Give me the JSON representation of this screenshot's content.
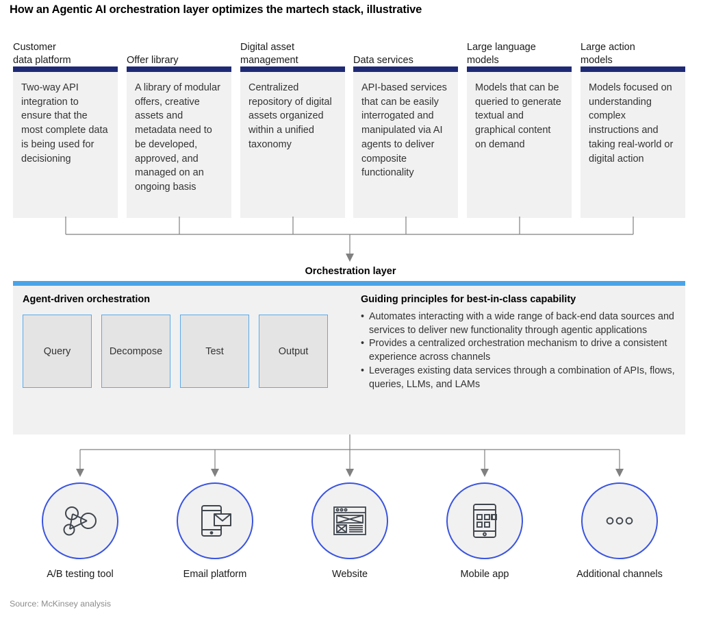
{
  "title": "How an Agentic AI orchestration layer optimizes the martech stack, illustrative",
  "colors": {
    "header_bar": "#1f2a75",
    "panel_bar": "#4aa3e8",
    "box_border": "#5aa9e8",
    "circle_border": "#3a54e0",
    "panel_fill": "#f1f1f1",
    "connector": "#808080"
  },
  "stack": {
    "columns": [
      {
        "header": "Customer\ndata platform",
        "body": "Two-way API integration to ensure that the most complete data is being used for decisioning"
      },
      {
        "header": "Offer library",
        "body": "A library of modular offers, creative assets and metadata need to be developed, approved, and managed on an ongoing basis"
      },
      {
        "header": "Digital asset\nmanagement",
        "body": "Centralized repository of digital assets organized within a unified taxonomy"
      },
      {
        "header": "Data services",
        "body": "API-based services that can be easily interrogated and manipulated via AI agents to deliver composite functionality"
      },
      {
        "header": "Large language\nmodels",
        "body": "Models that can be queried to generate textual and graphical content on demand"
      },
      {
        "header": "Large action\nmodels",
        "body": "Models focused on understanding complex instructions and taking real-world or digital action"
      }
    ]
  },
  "orchestration": {
    "layer_label": "Orchestration layer",
    "agent_heading": "Agent-driven orchestration",
    "process_boxes": [
      "Query",
      "Decompose",
      "Test",
      "Output"
    ],
    "principles_heading": "Guiding principles for best-in-class capability",
    "principles": [
      "Automates interacting with a wide range of back-end data sources and services to deliver new functionality through agentic applications",
      "Provides a centralized orchestration mechanism to drive a consistent experience across channels",
      "Leverages existing data services through a combination of APIs, flows, queries, LLMs, and LAMs"
    ]
  },
  "channels": [
    {
      "label": "A/B testing tool",
      "icon": "network-nodes-icon"
    },
    {
      "label": "Email platform",
      "icon": "mobile-envelope-icon"
    },
    {
      "label": "Website",
      "icon": "browser-wireframe-icon"
    },
    {
      "label": "Mobile app",
      "icon": "tablet-apps-icon"
    },
    {
      "label": "Additional channels",
      "icon": "ellipsis-icon"
    }
  ],
  "source": "Source: McKinsey analysis"
}
